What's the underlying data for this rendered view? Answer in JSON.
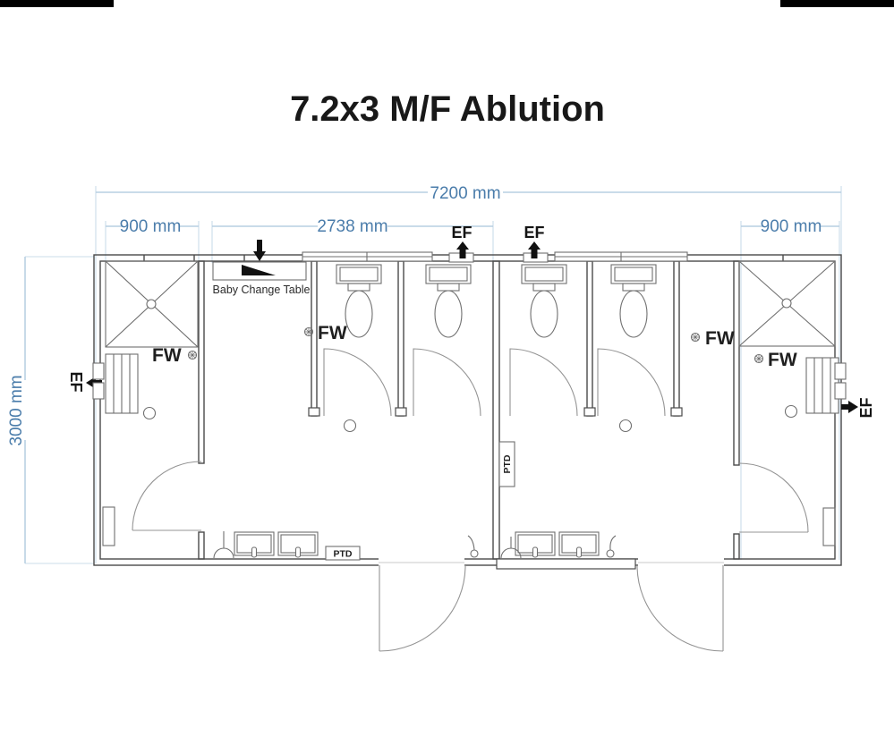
{
  "title": "7.2x3 M/F Ablution",
  "dimensions": {
    "overall_width": "7200 mm",
    "overall_depth": "3000 mm",
    "left_shower_width": "900 mm",
    "cubicle_zone_width": "2738 mm",
    "right_shower_width": "900 mm"
  },
  "labels": {
    "exhaust_fan": "EF",
    "floor_waste": "FW",
    "paper_towel_dispenser": "PTD",
    "baby_change_table": "Baby Change Table"
  },
  "colors": {
    "dimension_text": "#4b7dab",
    "dimension_line": "#a9c5dc",
    "wall_line": "#4a4a4a",
    "fixture_line": "#6f6f6f",
    "door_line": "#949494",
    "label_text": "#1f1f1f",
    "background": "#ffffff",
    "arrow": "#111111"
  }
}
